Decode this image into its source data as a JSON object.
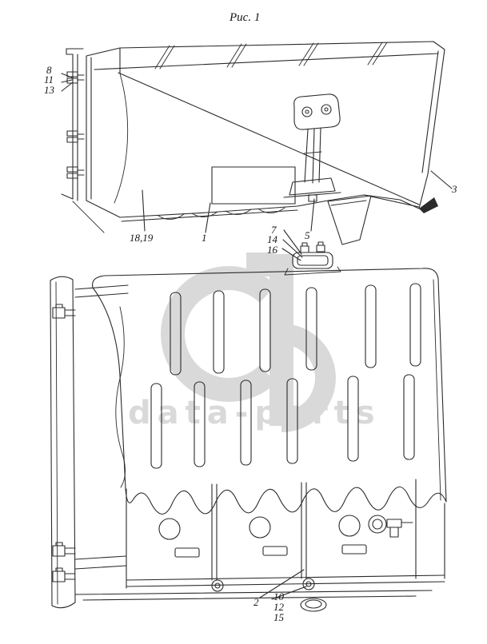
{
  "figure": {
    "title": "Рис. 1"
  },
  "watermark": {
    "text": "data-parts",
    "logo": "gb-monogram"
  },
  "callouts": {
    "top": {
      "l8": "8",
      "l11": "11",
      "l13": "13",
      "l18_19": "18,19",
      "l1": "1",
      "l7": "7",
      "l14": "14",
      "l16": "16",
      "l5": "5",
      "l3": "3"
    },
    "bottom": {
      "l2": "2",
      "l10": "10",
      "l12": "12",
      "l15": "15"
    }
  },
  "colors": {
    "line": "#2b2b2b",
    "watermark": "#d9d9d9",
    "background": "#ffffff"
  }
}
